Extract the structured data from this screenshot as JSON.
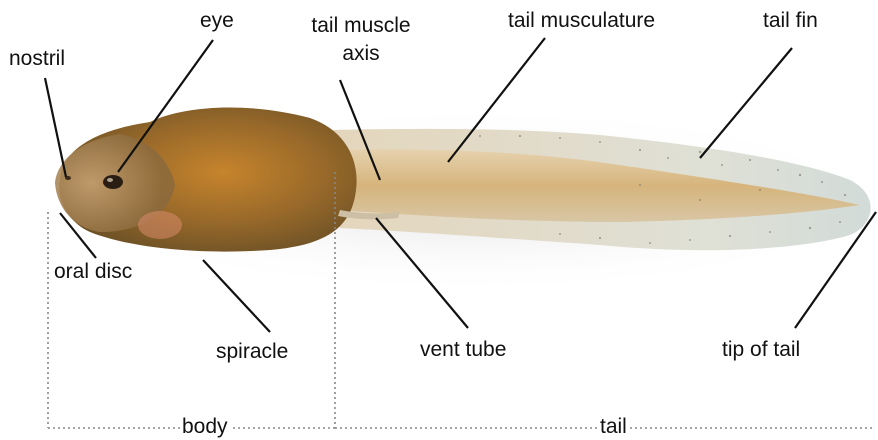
{
  "figure": {
    "labels": {
      "nostril": "nostril",
      "eye": "eye",
      "tail_muscle_axis_line1": "tail muscle",
      "tail_muscle_axis_line2": "axis",
      "tail_musculature": "tail musculature",
      "tail_fin": "tail fin",
      "oral_disc": "oral disc",
      "spiracle": "spiracle",
      "vent_tube": "vent tube",
      "tip_of_tail": "tip of tail"
    },
    "regions": {
      "body": "body",
      "tail": "tail"
    }
  }
}
